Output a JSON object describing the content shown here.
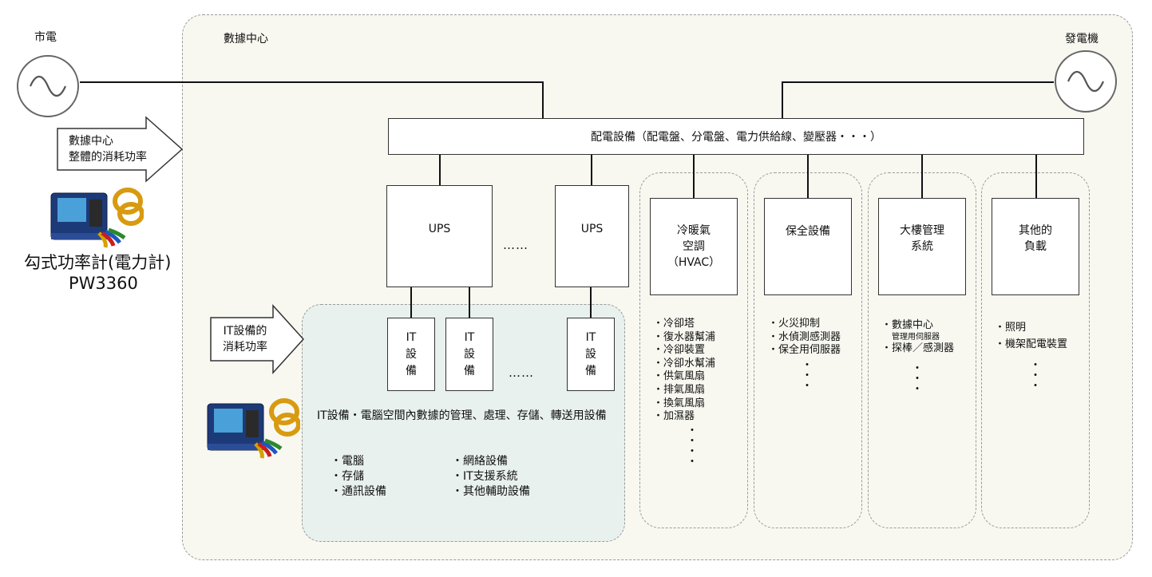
{
  "grid_label": "市電",
  "datacenter_label": "數據中心",
  "generator_label": "發電機",
  "distribution_label": "配電設備（配電盤、分電盤、電力供給線、變壓器・・・）",
  "total_power_arrow": [
    "數據中心",
    "整體的消耗功率"
  ],
  "it_power_arrow": [
    "IT設備的",
    "消耗功率"
  ],
  "meter_name": "勾式功率計(電力計)",
  "meter_model": "PW3360",
  "ups_label": "UPS",
  "ellipsis": "……",
  "it_device": [
    "IT",
    "設",
    "備"
  ],
  "it_description": "IT設備・電腦空間內數據的管理、處理、存儲、轉送用設備",
  "it_list_left": [
    "・電腦",
    "・存儲",
    "・通訊設備"
  ],
  "it_list_right": [
    "・網絡設備",
    "・IT支援系統",
    "・其他輔助設備"
  ],
  "categories": [
    {
      "title": [
        "冷暖氣",
        "空調",
        "（HVAC）"
      ],
      "items": [
        "・冷卻塔",
        "・復水器幫浦",
        "・冷卻裝置",
        "・冷卻水幫浦",
        "・供氣風扇",
        "・排氣風扇",
        "・換氣風扇",
        "・加濕器"
      ]
    },
    {
      "title": [
        "保全設備"
      ],
      "items": [
        "・火災抑制",
        "・水偵測感測器",
        "・保全用伺服器"
      ]
    },
    {
      "title": [
        "大樓管理",
        "系統"
      ],
      "items": [
        "・數據中心",
        "管理用伺服器",
        "・探棒／感測器"
      ]
    },
    {
      "title": [
        "其他的",
        "負載"
      ],
      "items": [
        "・照明",
        "・機架配電裝置"
      ]
    }
  ],
  "colors": {
    "it_area_fill": "#e8f1ee",
    "dc_area_fill": "#f8f8f1",
    "dash": "#9a9a9a"
  }
}
